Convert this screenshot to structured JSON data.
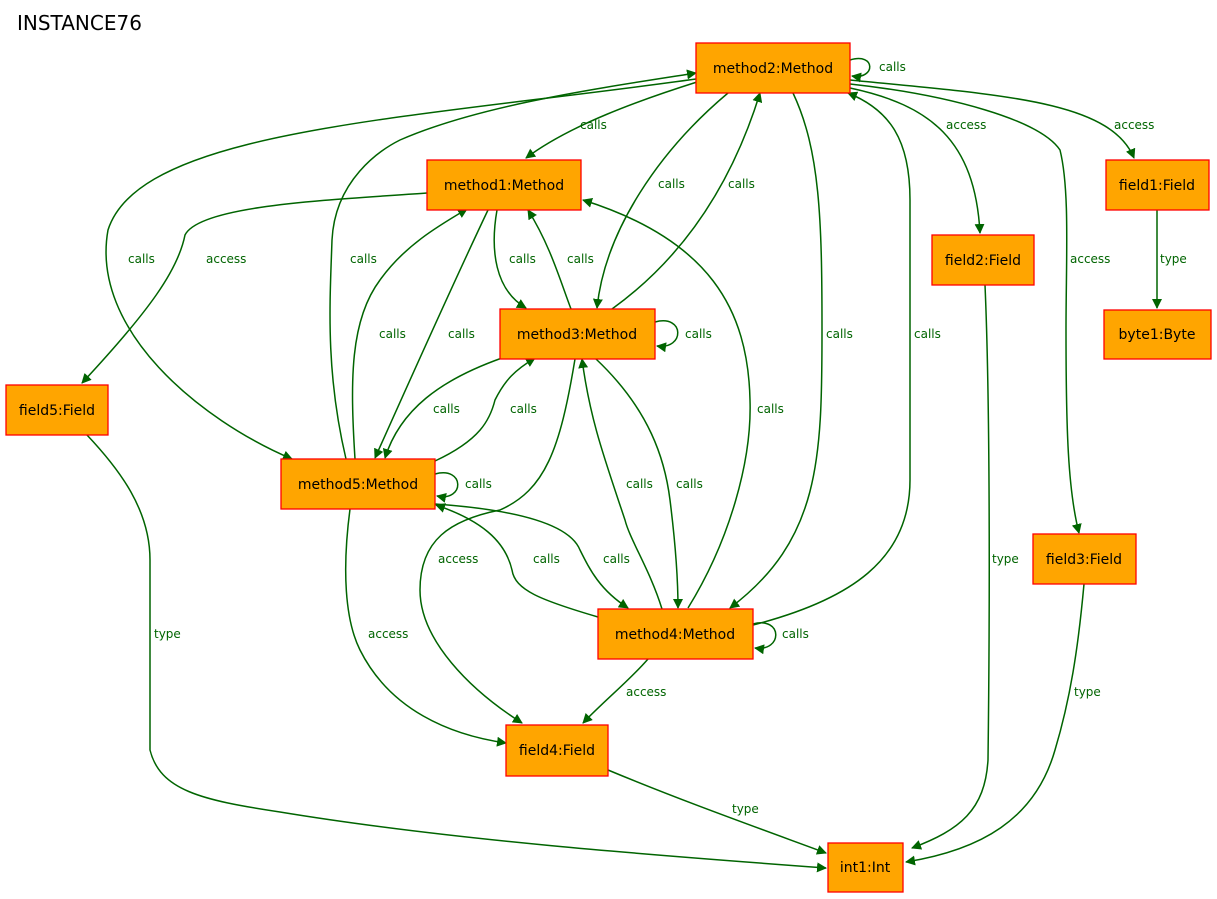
{
  "title": "INSTANCE76",
  "colors": {
    "node_fill": "#ffa500",
    "node_border": "#ff0000",
    "edge": "#006400",
    "edge_label": "#006400",
    "text": "#000000"
  },
  "nodes": {
    "method2": "method2:Method",
    "method1": "method1:Method",
    "method3": "method3:Method",
    "method5": "method5:Method",
    "method4": "method4:Method",
    "field1": "field1:Field",
    "field2": "field2:Field",
    "field3": "field3:Field",
    "field4": "field4:Field",
    "field5": "field5:Field",
    "byte1": "byte1:Byte",
    "int1": "int1:Int"
  },
  "edges": [
    {
      "from": "method2",
      "to": "method2",
      "label": "calls"
    },
    {
      "from": "method2",
      "to": "method1",
      "label": "calls"
    },
    {
      "from": "method2",
      "to": "method3",
      "label": "calls"
    },
    {
      "from": "method2",
      "to": "method5",
      "label": "calls"
    },
    {
      "from": "method2",
      "to": "method4",
      "label": "calls"
    },
    {
      "from": "method2",
      "to": "field2",
      "label": "access"
    },
    {
      "from": "method2",
      "to": "field1",
      "label": "access"
    },
    {
      "from": "method2",
      "to": "field3",
      "label": "access"
    },
    {
      "from": "method1",
      "to": "field5",
      "label": "access"
    },
    {
      "from": "method1",
      "to": "method3",
      "label": "calls"
    },
    {
      "from": "method1",
      "to": "method5",
      "label": "calls"
    },
    {
      "from": "method3",
      "to": "method1",
      "label": "calls"
    },
    {
      "from": "method3",
      "to": "method2",
      "label": "calls"
    },
    {
      "from": "method3",
      "to": "method3",
      "label": "calls"
    },
    {
      "from": "method3",
      "to": "method5",
      "label": "calls"
    },
    {
      "from": "method3",
      "to": "method4",
      "label": "calls"
    },
    {
      "from": "method3",
      "to": "field4",
      "label": "access"
    },
    {
      "from": "method5",
      "to": "method2",
      "label": "calls"
    },
    {
      "from": "method5",
      "to": "method1",
      "label": "calls"
    },
    {
      "from": "method5",
      "to": "method3",
      "label": "calls"
    },
    {
      "from": "method5",
      "to": "method5",
      "label": "calls"
    },
    {
      "from": "method5",
      "to": "method4",
      "label": "calls"
    },
    {
      "from": "method5",
      "to": "field4",
      "label": "access"
    },
    {
      "from": "method4",
      "to": "method1",
      "label": "calls"
    },
    {
      "from": "method4",
      "to": "method3",
      "label": "calls"
    },
    {
      "from": "method4",
      "to": "method5",
      "label": "calls"
    },
    {
      "from": "method4",
      "to": "method2",
      "label": "calls"
    },
    {
      "from": "method4",
      "to": "method4",
      "label": "calls"
    },
    {
      "from": "method4",
      "to": "field4",
      "label": "access"
    },
    {
      "from": "field1",
      "to": "byte1",
      "label": "type"
    },
    {
      "from": "field2",
      "to": "int1",
      "label": "type"
    },
    {
      "from": "field3",
      "to": "int1",
      "label": "type"
    },
    {
      "from": "field4",
      "to": "int1",
      "label": "type"
    },
    {
      "from": "field5",
      "to": "int1",
      "label": "type"
    }
  ]
}
